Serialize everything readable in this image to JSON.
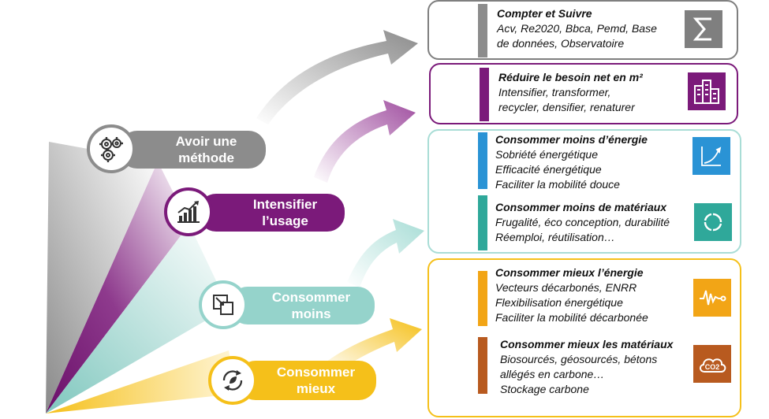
{
  "colors": {
    "gray": "#8c8c8c",
    "purple": "#7b1a7a",
    "teal": "#95d3cb",
    "yellow": "#f5c01a",
    "blue": "#2a93d5",
    "tealdark": "#2fa89a",
    "orange": "#f2a516",
    "rust": "#b85a1f"
  },
  "pillars": [
    {
      "id": "methode",
      "label1": "Avoir une",
      "label2": "méthode",
      "icon": "gears-icon"
    },
    {
      "id": "intensifier",
      "label1": "Intensifier",
      "label2": "l’usage",
      "icon": "growth-chart-icon"
    },
    {
      "id": "moins",
      "label1": "Consommer",
      "label2": "moins",
      "icon": "reduce-squares-icon"
    },
    {
      "id": "mieux",
      "label1": "Consommer",
      "label2": "mieux",
      "icon": "eco-cycle-icon"
    }
  ],
  "items": [
    {
      "title": "Compter et Suivre",
      "lines": [
        "Acv, Re2020, Bbca, Pemd, Base",
        "de données, Observatoire"
      ],
      "icon": "sigma-icon"
    },
    {
      "title": "Réduire le besoin net en m²",
      "lines": [
        "Intensifier, transformer,",
        "recycler, densifier, renaturer"
      ],
      "icon": "buildings-icon"
    },
    {
      "title": "Consommer moins d’énergie",
      "lines": [
        "Sobriété énergétique",
        "Efficacité énergétique",
        "Faciliter la mobilité douce"
      ],
      "icon": "curve-chart-icon"
    },
    {
      "title": "Consommer moins de matériaux",
      "lines": [
        "Frugalité, éco conception, durabilité",
        "Réemploi, réutilisation…"
      ],
      "icon": "recycle-loop-icon"
    },
    {
      "title": "Consommer mieux l’énergie",
      "lines": [
        "Vecteurs décarbonés, ENRR",
        "Flexibilisation énergétique",
        "Faciliter la mobilité décarbonée"
      ],
      "icon": "signal-wave-icon"
    },
    {
      "title": "Consommer mieux les matériaux",
      "lines": [
        "Biosourcés, géosourcés, bétons",
        "allégés en carbone…",
        "Stockage carbone"
      ],
      "icon": "co2-cloud-icon"
    }
  ],
  "co2_label": "CO2"
}
